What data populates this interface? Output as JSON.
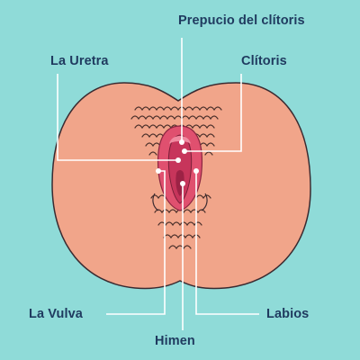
{
  "labels": {
    "prepucio": "Prepucio del clítoris",
    "uretra": "La Uretra",
    "clitoris": "Clítoris",
    "vulva": "La Vulva",
    "labios": "Labios",
    "himen": "Himen"
  },
  "colors": {
    "background": "#8fdbd8",
    "skin": "#f1a58a",
    "skin_outline": "#3a2a30",
    "pink": "#e0506f",
    "inner_pink": "#c7355b",
    "hair": "#4a2f2a",
    "leader": "#ffffff",
    "label_text": "#1f3a5f"
  }
}
